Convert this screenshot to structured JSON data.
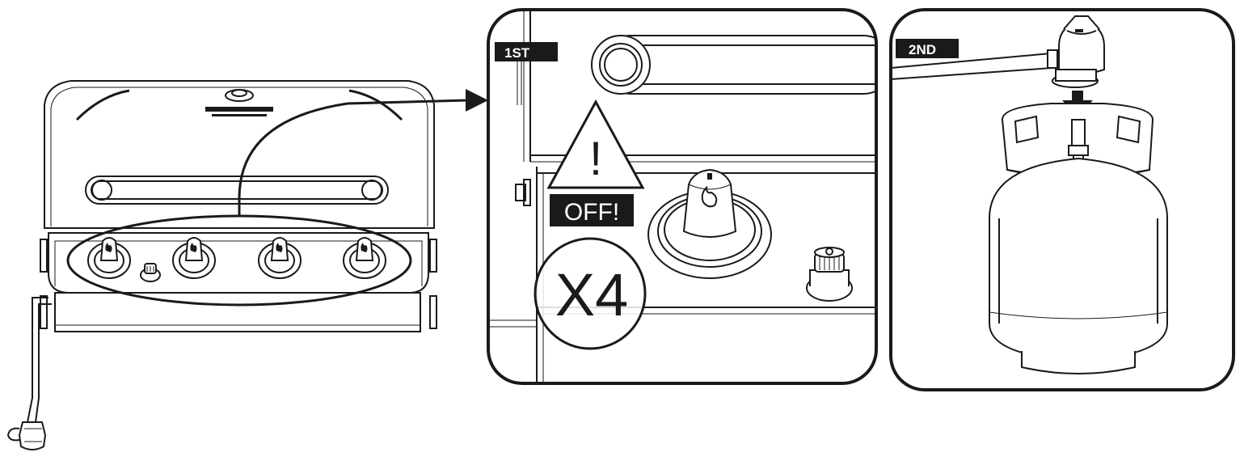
{
  "steps": {
    "first": {
      "tag": "1ST",
      "warning_symbol": "!",
      "warning_text": "OFF!",
      "multiplier": "X4"
    },
    "second": {
      "tag": "2ND"
    }
  },
  "colors": {
    "line": "#1a1a1a",
    "tag_bg": "#1a1a1a",
    "fill": "#ffffff"
  },
  "icons": [
    "warning-triangle-icon",
    "arrow-right-icon",
    "arrow-down-icon",
    "flame-icon"
  ]
}
